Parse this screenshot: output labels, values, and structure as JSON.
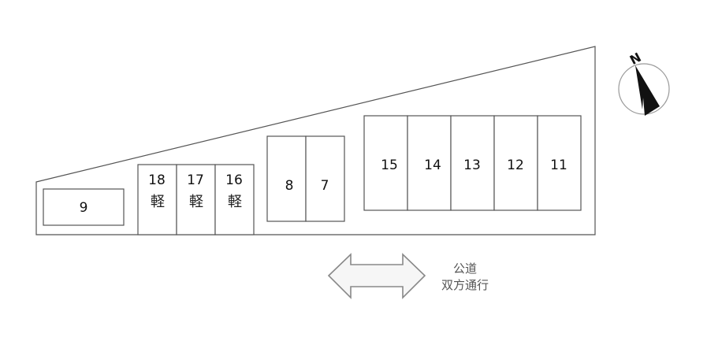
{
  "spaces": [
    {
      "id": "9",
      "label": "9",
      "note": ""
    },
    {
      "id": "18",
      "label": "18",
      "note": "軽"
    },
    {
      "id": "17",
      "label": "17",
      "note": "軽"
    },
    {
      "id": "16",
      "label": "16",
      "note": "軽"
    },
    {
      "id": "8",
      "label": "8",
      "note": ""
    },
    {
      "id": "7",
      "label": "7",
      "note": ""
    },
    {
      "id": "15",
      "label": "15",
      "note": ""
    },
    {
      "id": "14",
      "label": "14",
      "note": ""
    },
    {
      "id": "13",
      "label": "13",
      "note": ""
    },
    {
      "id": "12",
      "label": "12",
      "note": ""
    },
    {
      "id": "11",
      "label": "11",
      "note": ""
    }
  ],
  "road": {
    "line1": "公道",
    "line2": "双方通行"
  },
  "compass": {
    "label": "N",
    "icon": "north-arrow-icon"
  },
  "colors": {
    "outline": "#555555",
    "arrow_fill": "#f6f6f6",
    "arrow_stroke": "#888888",
    "needle": "#111111"
  }
}
